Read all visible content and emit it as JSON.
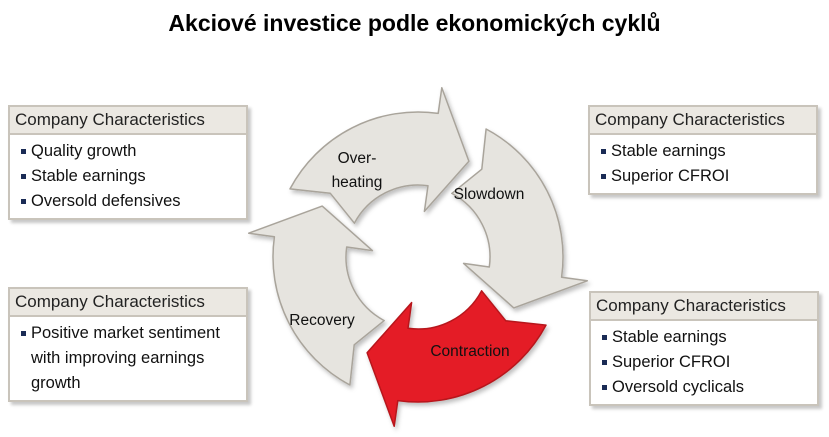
{
  "title": "Akciové investice podle ekonomických cyklů",
  "boxes": {
    "top_left": {
      "header": "Company Characteristics",
      "items": [
        "Quality growth",
        "Stable earnings",
        "Oversold defensives"
      ]
    },
    "top_right": {
      "header": "Company Characteristics",
      "items": [
        "Stable earnings",
        "Superior CFROI"
      ]
    },
    "bottom_left": {
      "header": "Company Characteristics",
      "items": [
        "Positive market sentiment with improving earnings growth"
      ]
    },
    "bottom_right": {
      "header": "Company Characteristics",
      "items": [
        "Stable earnings",
        "Superior CFROI",
        "Oversold cyclicals"
      ]
    }
  },
  "cycle": {
    "phases": {
      "overheating_line1": "Over-",
      "overheating_line2": "heating",
      "slowdown": "Slowdown",
      "contraction": "Contraction",
      "recovery": "Recovery"
    },
    "colors": {
      "arrow_fill": "#e6e4df",
      "arrow_stroke": "#a9a49b",
      "highlight_fill": "#e41e26",
      "highlight_stroke": "#b7161c"
    }
  }
}
